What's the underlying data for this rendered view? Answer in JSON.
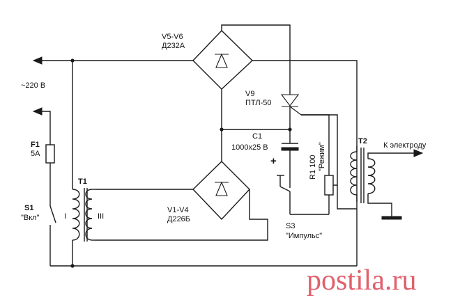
{
  "labels": {
    "v5v6_name": "V5-V6",
    "v5v6_type": "Д232А",
    "mains": "~220 В",
    "v9_name": "V9",
    "v9_type": "ПТЛ-50",
    "f1_name": "F1",
    "f1_value": "5А",
    "c1_name": "C1",
    "c1_value": "1000x25 В",
    "plus": "+",
    "r1_text": "R1  100",
    "r1_mode": "\"Режим\"",
    "t2_name": "T2",
    "electrode": "К электроду",
    "t1_name": "T1",
    "s1_name": "S1",
    "s1_label": "\"Вкл\"",
    "winding_1": "I",
    "winding_3": "III",
    "v1v4_name": "V1-V4",
    "v1v4_type": "Д226Б",
    "s3_name": "S3",
    "s3_label": "\"Импульс\""
  },
  "watermark": {
    "text": "postila.ru",
    "color": "#e0606c"
  }
}
